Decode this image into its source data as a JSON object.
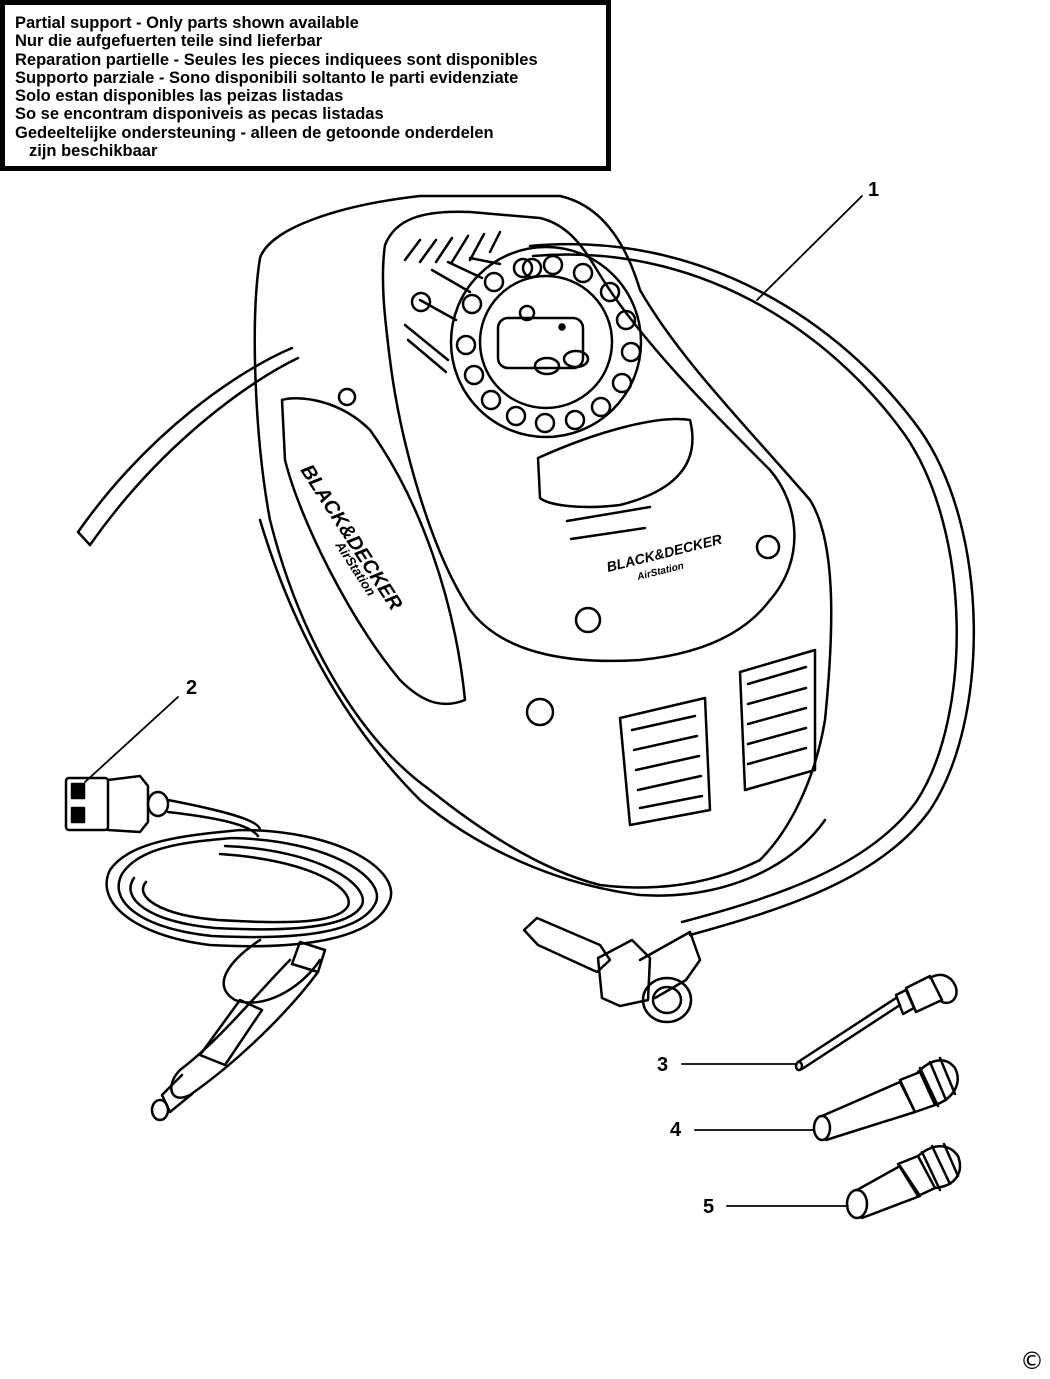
{
  "notice": {
    "lines": [
      "Partial support - Only parts shown available",
      "Nur die aufgefuerten teile sind lieferbar",
      "Reparation partielle - Seules les pieces indiquees sont disponibles",
      "Supporto parziale - Sono disponibili soltanto le parti evidenziate",
      "Solo estan disponibles las peizas listadas",
      "So se encontram disponiveis as pecas listadas",
      "Gedeeltelijke ondersteuning - alleen de getoonde onderdelen",
      "zijn beschikbaar"
    ]
  },
  "brand": {
    "name": "BLACK&DECKER",
    "product": "AirStation"
  },
  "callouts": [
    "1",
    "2",
    "3",
    "4",
    "5"
  ],
  "copyright": "©",
  "colors": {
    "ink": "#000000",
    "paper": "#ffffff"
  }
}
